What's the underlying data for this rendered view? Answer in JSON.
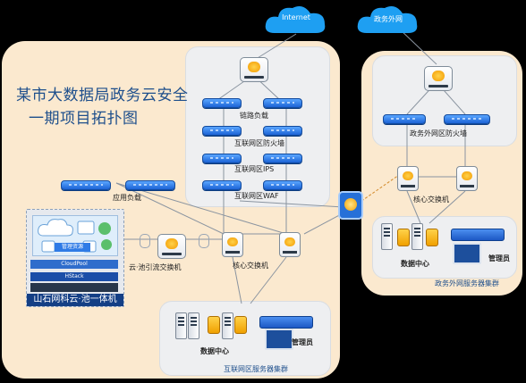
{
  "title": {
    "line1": "某市大数据局政务云安全",
    "line2": "一期项目拓扑图"
  },
  "clouds": {
    "internet": "Internet",
    "gov_external": "政务外网"
  },
  "main_zone": {
    "devices": {
      "load_balance": "链路负载",
      "firewall": "互联网区防火墙",
      "ips": "互联网区IPS",
      "waf": "互联网区WAF",
      "app_lb": "应用负载",
      "core_switch": "核心交换机",
      "cloud_pool_switch": "云·池引流交换机"
    },
    "server_group": {
      "datacenter": "数据中心",
      "admin": "管理员",
      "caption": "互联网区服务器集群"
    }
  },
  "pool": {
    "top_label": "管理资源",
    "cloudpool": "CloudPool",
    "hstack": "HStack",
    "caption": "山石网科云·池一体机"
  },
  "gov_zone": {
    "firewall": "政务外网区防火墙",
    "core_switch": "核心交换机",
    "datacenter": "数据中心",
    "admin": "管理员",
    "caption": "政务外网服务器集群"
  },
  "colors": {
    "region_bg": "#fbe9cf",
    "panel_bg": "#eeeff1",
    "device_blue": "#2f7be6",
    "line": "#8a94a0",
    "cloud_blue": "#1e9ff2",
    "title_blue": "#1e4f8c"
  }
}
